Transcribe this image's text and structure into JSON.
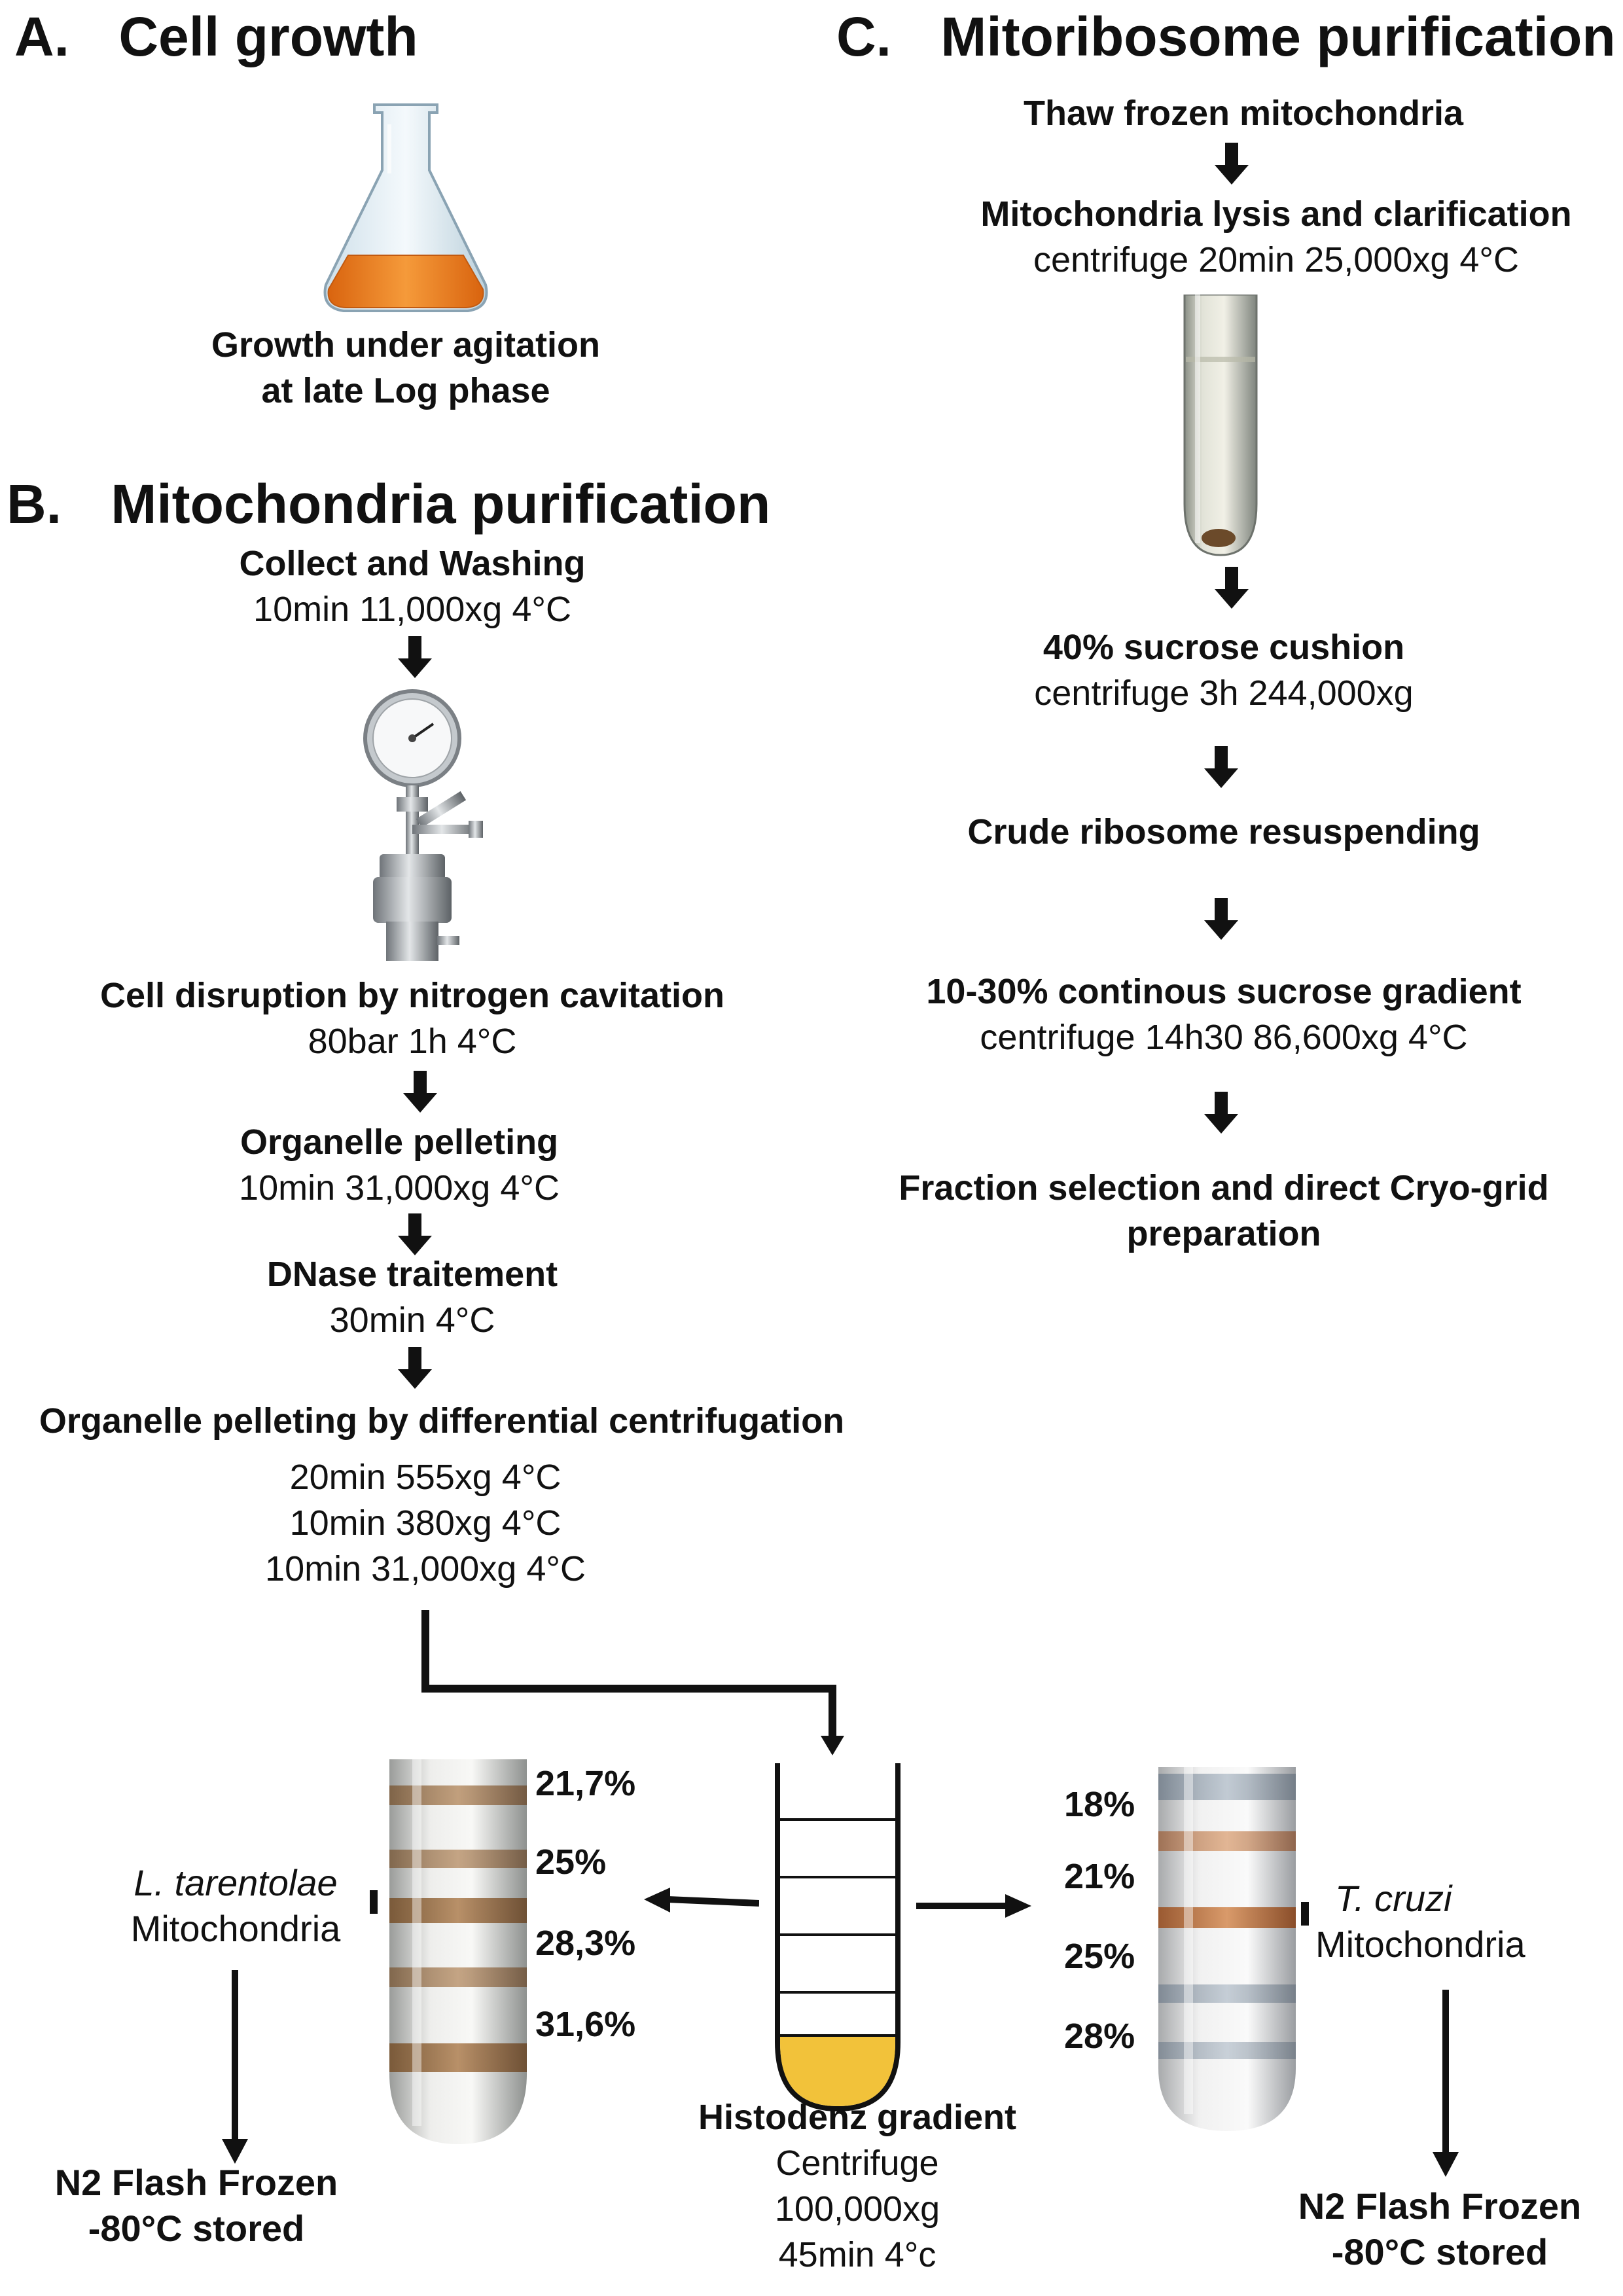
{
  "sections": {
    "a": {
      "letter": "A.",
      "title": "Cell growth",
      "caption_1": "Growth under agitation",
      "caption_2": "at late Log phase"
    },
    "b": {
      "letter": "B.",
      "title": "Mitochondria purification"
    },
    "c": {
      "letter": "C.",
      "title": "Mitoribosome purification"
    }
  },
  "b_steps": [
    {
      "bold": "Collect and Washing",
      "lines": [
        "10min 11,000xg 4°C"
      ]
    },
    {
      "bold": "Cell disruption by nitrogen cavitation",
      "lines": [
        "80bar 1h 4°C"
      ]
    },
    {
      "bold": "Organelle pelleting",
      "lines": [
        "10min 31,000xg 4°C"
      ]
    },
    {
      "bold": "DNase traitement",
      "lines": [
        "30min 4°C"
      ]
    },
    {
      "bold": "Organelle pelleting by differential centrifugation",
      "lines": [
        "20min 555xg 4°C",
        "10min 380xg 4°C",
        "10min 31,000xg 4°C"
      ]
    }
  ],
  "c_steps": [
    {
      "bold": "Thaw frozen mitochondria"
    },
    {
      "bold": "Mitochondria lysis and clarification",
      "line": "centrifuge 20min 25,000xg 4°C"
    },
    {
      "bold": "40% sucrose cushion",
      "line": "centrifuge 3h 244,000xg"
    },
    {
      "bold": "Crude ribosome resuspending"
    },
    {
      "bold": "10-30% continous sucrose gradient",
      "line": "centrifuge 14h30 86,600xg 4°C"
    },
    {
      "bold": "Fraction selection and direct Cryo-grid",
      "bold2": "preparation"
    }
  ],
  "histodenz": {
    "title": "Histodenz gradient",
    "lines": [
      "Centrifuge",
      "100,000xg",
      "45min 4°c"
    ]
  },
  "left_tube": {
    "organism": "L. tarentolae",
    "organelle": "Mitochondria",
    "percentages": [
      "21,7%",
      "25%",
      "28,3%",
      "31,6%"
    ],
    "storage_1": "N2 Flash Frozen",
    "storage_2": "-80°C stored"
  },
  "right_tube": {
    "organism": "T. cruzi",
    "organelle": "Mitochondria",
    "percentages": [
      "18%",
      "21%",
      "25%",
      "28%"
    ],
    "storage_1": "N2 Flash Frozen",
    "storage_2": "-80°C stored"
  },
  "colors": {
    "culture_orange": "#ef7d1a",
    "histodenz_yellow": "#f2c23a",
    "band_brown": "#a9825a",
    "arrow": "#111111"
  }
}
